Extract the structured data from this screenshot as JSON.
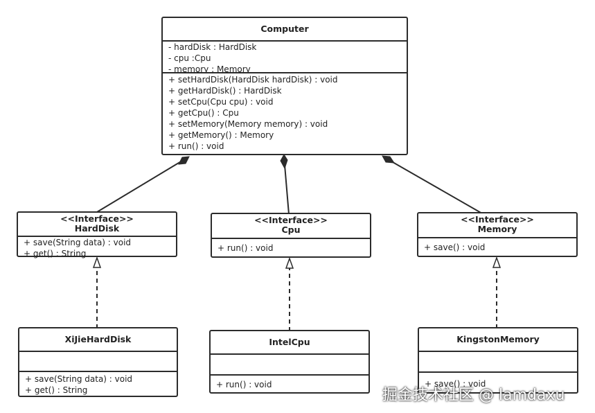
{
  "classes": {
    "computer": {
      "name": "Computer",
      "attributes": [
        "- hardDisk : HardDisk",
        "- cpu :Cpu",
        "- memory : Memory"
      ],
      "operations": [
        "+ setHardDisk(HardDisk hardDisk) : void",
        "+ getHardDisk() : HardDisk",
        "+ setCpu(Cpu cpu) : void",
        "+ getCpu() : Cpu",
        "+ setMemory(Memory memory) : void",
        "+ getMemory() : Memory",
        "+ run() : void"
      ]
    },
    "harddisk": {
      "stereotype": "<<Interface>>",
      "name": "HardDisk",
      "operations": [
        "+ save(String data) : void",
        "+ get() : String"
      ]
    },
    "cpu": {
      "stereotype": "<<Interface>>",
      "name": "Cpu",
      "operations": [
        "+ run() : void"
      ]
    },
    "memory": {
      "stereotype": "<<Interface>>",
      "name": "Memory",
      "operations": [
        "+ save() : void"
      ]
    },
    "xijieharddisk": {
      "name": "XiJieHardDisk",
      "operations": [
        "+ save(String data) : void",
        "+ get() : String"
      ]
    },
    "intelcpu": {
      "name": "IntelCpu",
      "operations": [
        "+ run() : void"
      ]
    },
    "kingstonmemory": {
      "name": "KingstonMemory",
      "operations": [
        "+ save() : void"
      ]
    }
  },
  "relations": [
    {
      "type": "composition",
      "whole": "Computer",
      "part": "HardDisk"
    },
    {
      "type": "composition",
      "whole": "Computer",
      "part": "Cpu"
    },
    {
      "type": "composition",
      "whole": "Computer",
      "part": "Memory"
    },
    {
      "type": "realization",
      "impl": "XiJieHardDisk",
      "interface": "HardDisk"
    },
    {
      "type": "realization",
      "impl": "IntelCpu",
      "interface": "Cpu"
    },
    {
      "type": "realization",
      "impl": "KingstonMemory",
      "interface": "Memory"
    }
  ],
  "watermark": "掘金技术社区 @ lamdaxu",
  "colors": {
    "line": "#2b2b2b",
    "background": "#ffffff"
  }
}
